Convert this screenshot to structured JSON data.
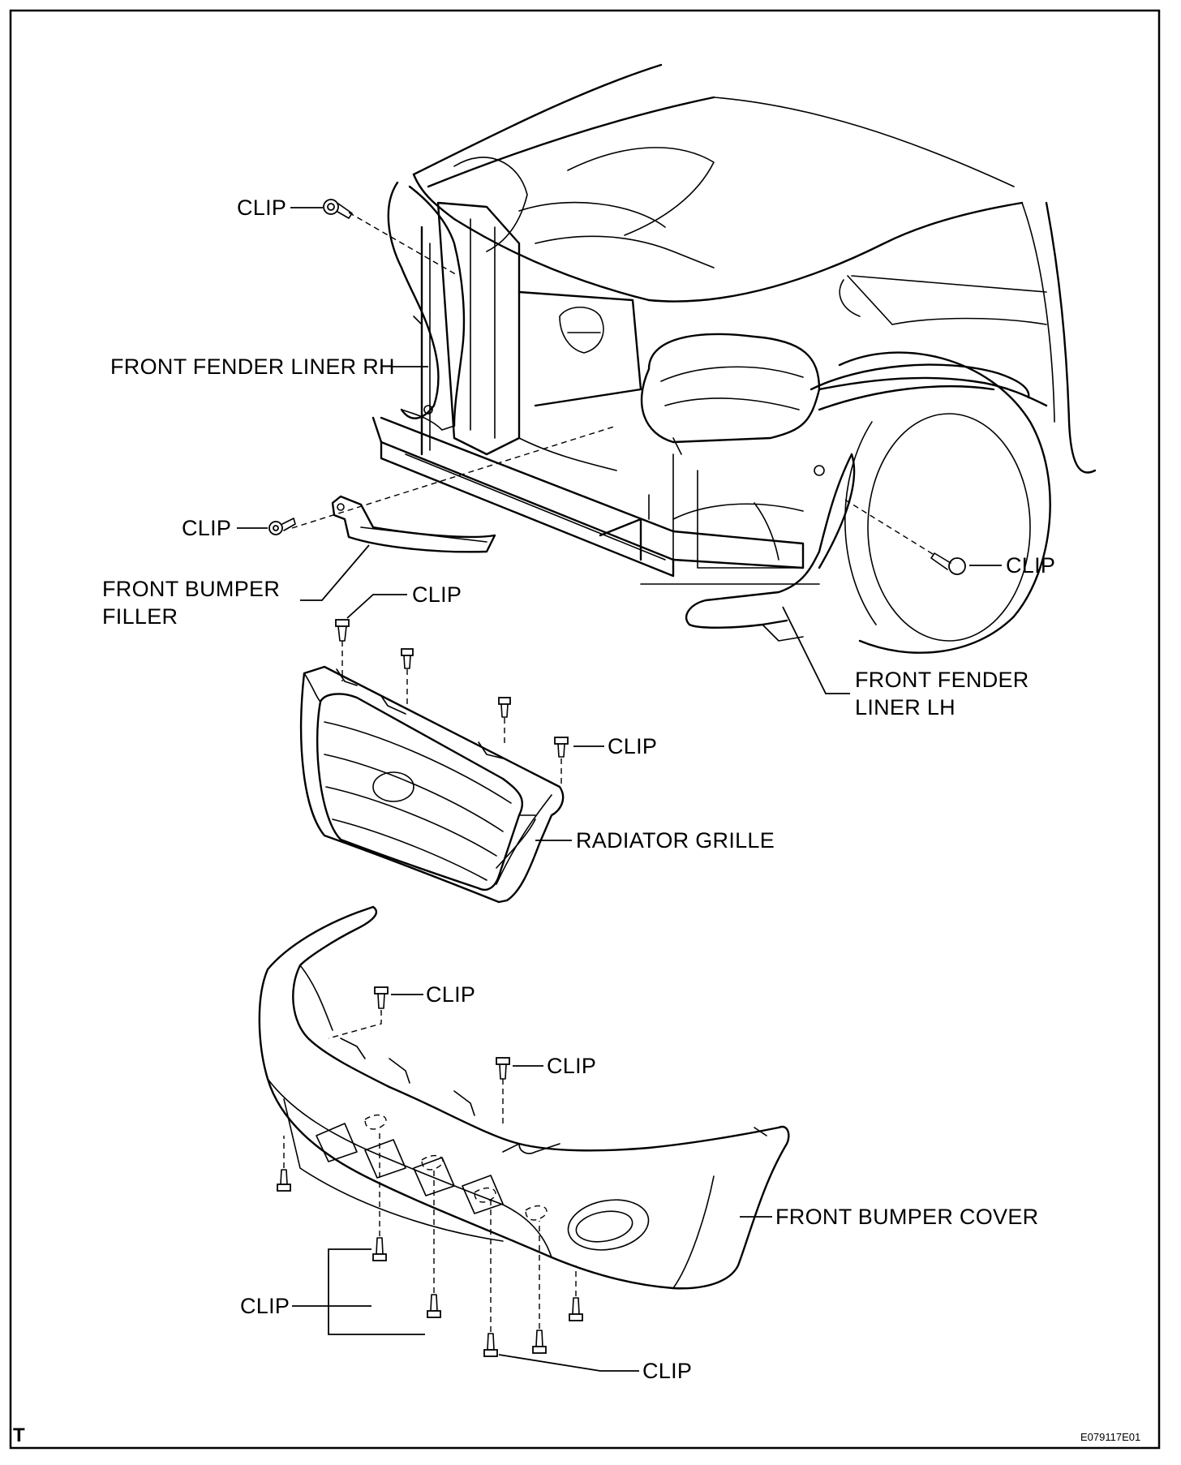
{
  "labels": {
    "clip_top": "CLIP",
    "front_fender_liner_rh": "FRONT FENDER LINER RH",
    "clip_filler": "CLIP",
    "front_bumper_filler_line1": "FRONT BUMPER",
    "front_bumper_filler_line2": "FILLER",
    "clip_grille_top": "CLIP",
    "clip_fender_lh": "CLIP",
    "front_fender_liner_lh_line1": "FRONT FENDER",
    "front_fender_liner_lh_line2": "LINER LH",
    "clip_grille_right": "CLIP",
    "radiator_grille": "RADIATOR GRILLE",
    "clip_bumper_upper": "CLIP",
    "clip_bumper_mid": "CLIP",
    "front_bumper_cover": "FRONT BUMPER COVER",
    "clip_bumper_lower_left": "CLIP",
    "clip_bumper_lower_right": "CLIP"
  },
  "corner_mark": "T",
  "figure_code": "E079117E01"
}
